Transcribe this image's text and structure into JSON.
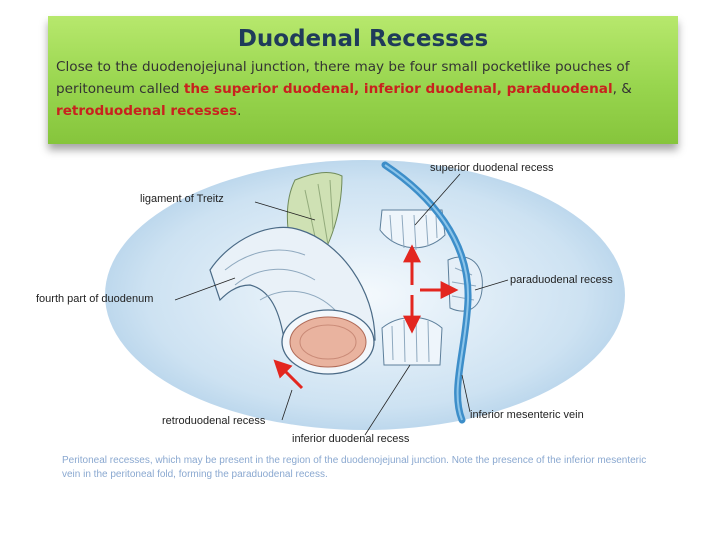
{
  "slide": {
    "title": "Duodenal Recesses",
    "intro_text": "Close to the duodenojejunal junction, there may be four small pocketlike pouches of peritoneum called ",
    "recess_names": "the superior duodenal, inferior duodenal, paraduodenal",
    "joiner": ", & ",
    "last_recess": "retroduodenal recesses",
    "end_mark": "."
  },
  "diagram": {
    "labels": {
      "superior": "superior duodenal recess",
      "treitz": "ligament of Treitz",
      "paraduodenal": "paraduodenal recess",
      "fourth_part": "fourth part of duodenum",
      "retroduodenal": "retroduodenal recess",
      "mesenteric_vein": "inferior mesenteric vein",
      "inferior": "inferior duodenal recess"
    },
    "colors": {
      "peritoneum": "#cde2f2",
      "duodenum_lumen": "#e9b39f",
      "vein": "#3d8ec9",
      "arrow": "#e3261f",
      "ligament": "#cfe1b4"
    }
  },
  "caption": "Peritoneal recesses, which may be present in the region of the duodenojejunal junction. Note the presence of the inferior mesenteric vein in the peritoneal fold, forming the paraduodenal recess."
}
